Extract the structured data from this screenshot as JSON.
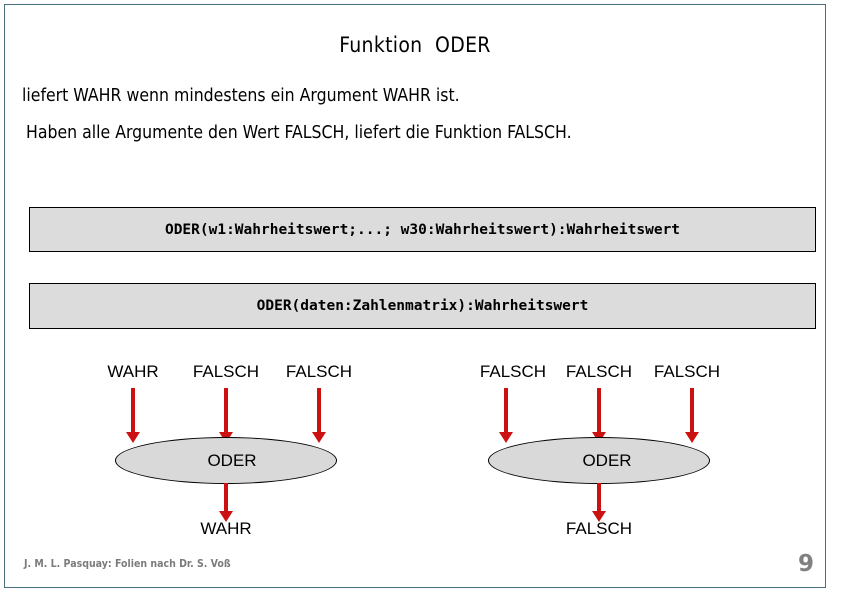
{
  "slide": {
    "title": "Funktion  ODER",
    "border_color": "#4a6f7c",
    "background": "#ffffff"
  },
  "body": {
    "line1": "liefert WAHR wenn mindestens ein Argument WAHR ist.",
    "line2": "Haben alle Argumente den Wert FALSCH, liefert die Funktion FALSCH."
  },
  "signatures": [
    {
      "text": "ODER(w1:Wahrheitswert;...; w30:Wahrheitswert):Wahrheitswert"
    },
    {
      "text": "ODER(daten:Zahlenmatrix):Wahrheitswert"
    }
  ],
  "signature_box_style": {
    "fill": "#dcdcdc",
    "border": "#000000"
  },
  "diagrams": [
    {
      "name": "gate-left",
      "gate_label": "ODER",
      "inputs": [
        "WAHR",
        "FALSCH",
        "FALSCH"
      ],
      "output": "WAHR"
    },
    {
      "name": "gate-right",
      "gate_label": "ODER",
      "inputs": [
        "FALSCH",
        "FALSCH",
        "FALSCH"
      ],
      "output": "FALSCH"
    }
  ],
  "arrow_color": "#cc1111",
  "ellipse_fill": "#d9d9d9",
  "footer": {
    "credit": "J. M. L. Pasquay: Folien nach Dr. S. Voß",
    "page_number": "9",
    "text_color": "#7b7b7b"
  }
}
